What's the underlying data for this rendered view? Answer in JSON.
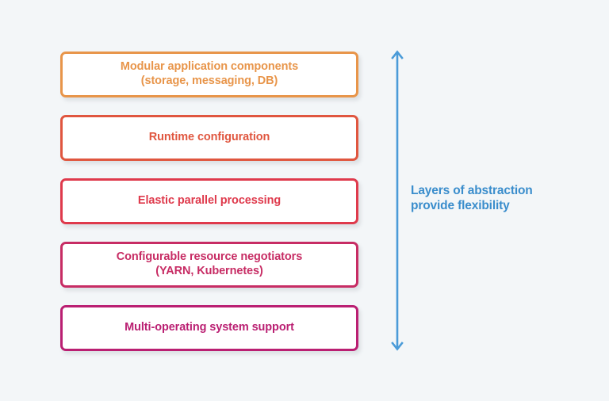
{
  "background_color": "#f3f6f8",
  "diagram": {
    "type": "layered-stack",
    "layers": [
      {
        "id": "modular-application-components",
        "label": "Modular application components\n(storage, messaging, DB)",
        "color": "#e8954a"
      },
      {
        "id": "runtime-configuration",
        "label": "Runtime configuration",
        "color": "#e0563f"
      },
      {
        "id": "elastic-parallel-processing",
        "label": "Elastic parallel processing",
        "color": "#df3a4c"
      },
      {
        "id": "configurable-resource-negotiators",
        "label": "Configurable resource negotiators\n(YARN, Kubernetes)",
        "color": "#c72c64"
      },
      {
        "id": "multi-operating-system-support",
        "label": "Multi-operating system support",
        "color": "#ba1f72"
      }
    ],
    "annotation": {
      "text": "Layers of abstraction\nprovide flexibility",
      "color": "#3a8dcc",
      "arrow": {
        "icon": "double-headed-vertical-arrow",
        "color": "#4a9bd8",
        "direction": "up-down"
      }
    }
  }
}
